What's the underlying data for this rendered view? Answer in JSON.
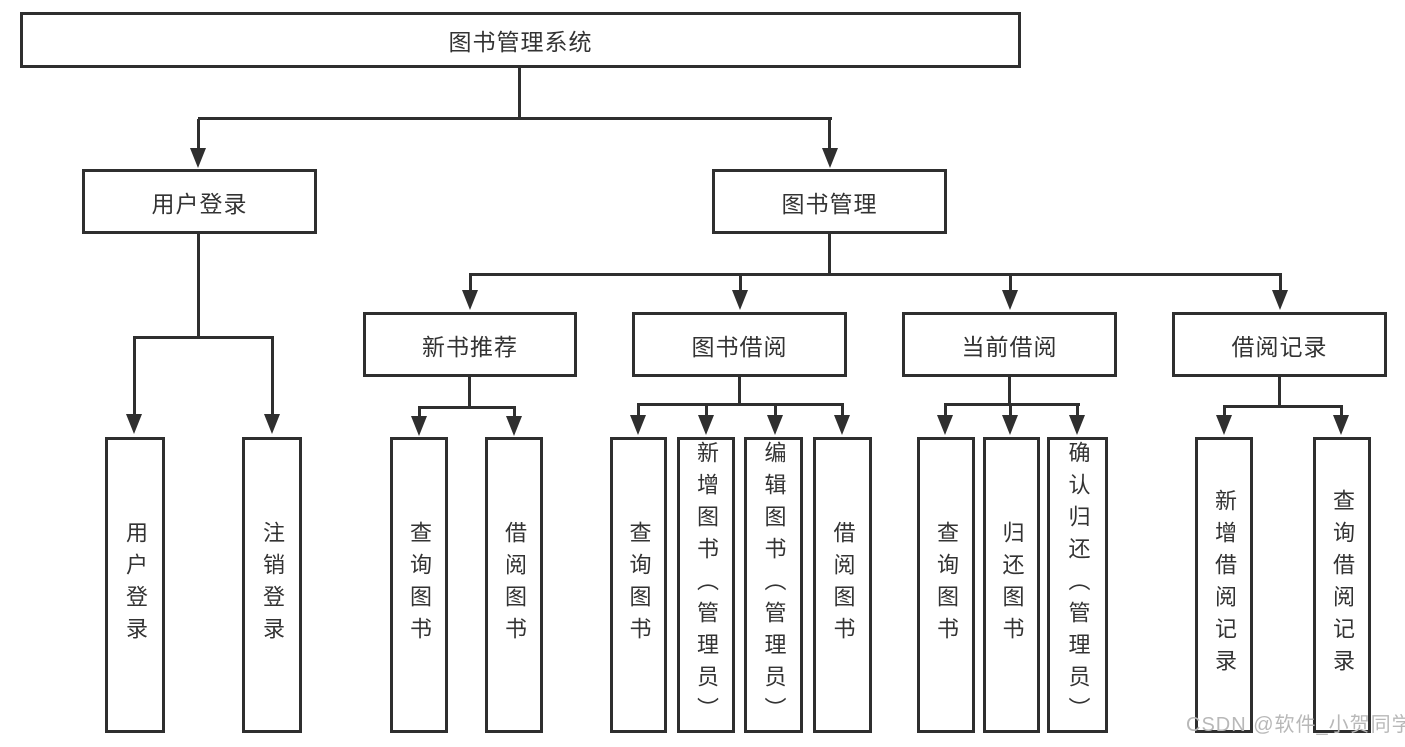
{
  "colors": {
    "background": "#ffffff",
    "line": "#2f2f2f",
    "text": "#333333",
    "watermark": "#b8b8b8"
  },
  "watermark": {
    "text": "CSDN @软件_小贺同学"
  },
  "tree": {
    "root": {
      "label": "图书管理系统",
      "children": [
        {
          "label": "用户登录",
          "children": [
            {
              "label": "用户登录"
            },
            {
              "label": "注销登录"
            }
          ]
        },
        {
          "label": "图书管理",
          "children": [
            {
              "label": "新书推荐",
              "children": [
                {
                  "label": "查询图书"
                },
                {
                  "label": "借阅图书"
                }
              ]
            },
            {
              "label": "图书借阅",
              "children": [
                {
                  "label": "查询图书"
                },
                {
                  "label": "新增图书（管理员）"
                },
                {
                  "label": "编辑图书（管理员）"
                },
                {
                  "label": "借阅图书"
                }
              ]
            },
            {
              "label": "当前借阅",
              "children": [
                {
                  "label": "查询图书"
                },
                {
                  "label": "归还图书"
                },
                {
                  "label": "确认归还（管理员）"
                }
              ]
            },
            {
              "label": "借阅记录",
              "children": [
                {
                  "label": "新增借阅记录"
                },
                {
                  "label": "查询借阅记录"
                }
              ]
            }
          ]
        }
      ]
    }
  }
}
